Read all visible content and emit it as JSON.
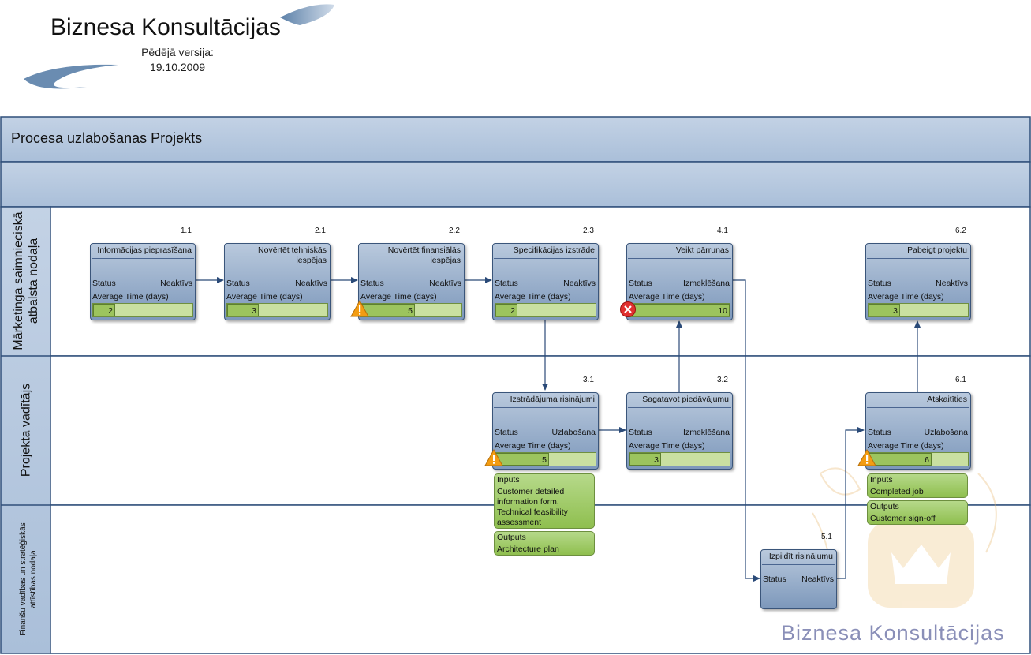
{
  "header": {
    "company": "Biznesa Konsultācijas",
    "version_label": "Pēdējā versija:",
    "version_date": "19.10.2009"
  },
  "pool": {
    "title": "Procesa uzlabošanas Projekts"
  },
  "lanes": [
    {
      "label_line1": "Mārketinga saimnieciskā",
      "label_line2": "atbalsta nodaļa"
    },
    {
      "label_line1": "Projekta vadītājs"
    },
    {
      "label_line1": "Finanšu vadības un stratēģiskās",
      "label_line2": "attīstības nodaļa"
    }
  ],
  "field_labels": {
    "status": "Status",
    "avg_time": "Average Time (days)"
  },
  "tasks": [
    {
      "id": "1.1",
      "title": "Informācijas pieprasīšana",
      "state": "Neaktīvs",
      "avg": "2",
      "flag": "none"
    },
    {
      "id": "2.1",
      "title": "Novērtēt tehniskās iespējas",
      "state": "Neaktīvs",
      "avg": "3",
      "flag": "none"
    },
    {
      "id": "2.2",
      "title": "Novērtēt finansiālās iespējas",
      "state": "Neaktīvs",
      "avg": "5",
      "flag": "warning"
    },
    {
      "id": "2.3",
      "title": "Specifikācijas izstrāde",
      "state": "Neaktīvs",
      "avg": "2",
      "flag": "none"
    },
    {
      "id": "4.1",
      "title": "Veikt pārrunas",
      "state": "Izmeklēšana",
      "avg": "10",
      "flag": "error"
    },
    {
      "id": "6.2",
      "title": "Pabeigt projektu",
      "state": "Neaktīvs",
      "avg": "3",
      "flag": "none"
    },
    {
      "id": "3.1",
      "title": "Izstrādājuma risinājumi",
      "state": "Uzlabošana",
      "avg": "5",
      "flag": "warning"
    },
    {
      "id": "3.2",
      "title": "Sagatavot piedāvājumu",
      "state": "Izmeklēšana",
      "avg": "3",
      "flag": "none"
    },
    {
      "id": "6.1",
      "title": "Atskaitīties",
      "state": "Uzlabošana",
      "avg": "6",
      "flag": "warning"
    },
    {
      "id": "5.1",
      "title": "Izpildīt risinājumu",
      "state": "Neaktīvs",
      "flag": "none"
    }
  ],
  "io_boxes": {
    "t31_inputs": {
      "heading": "Inputs",
      "text": "Customer detailed information form, Technical feasibility assessment"
    },
    "t31_outputs": {
      "heading": "Outputs",
      "text": "Architecture plan"
    },
    "t61_inputs": {
      "heading": "Inputs",
      "text": "Completed job"
    },
    "t61_outputs": {
      "heading": "Outputs",
      "text": "Customer sign-off"
    }
  },
  "watermark": {
    "text": "Biznesa Konsultācijas"
  },
  "colors": {
    "lane_border": "#2f4f7a",
    "pool_header": "#b7c8df",
    "task_fill": "#9db3d1",
    "progress_fill": "#9cc45e",
    "io_fill": "#a6cf72",
    "connector": "#2a4a78",
    "warning": "#f39c12",
    "error": "#e03030"
  }
}
